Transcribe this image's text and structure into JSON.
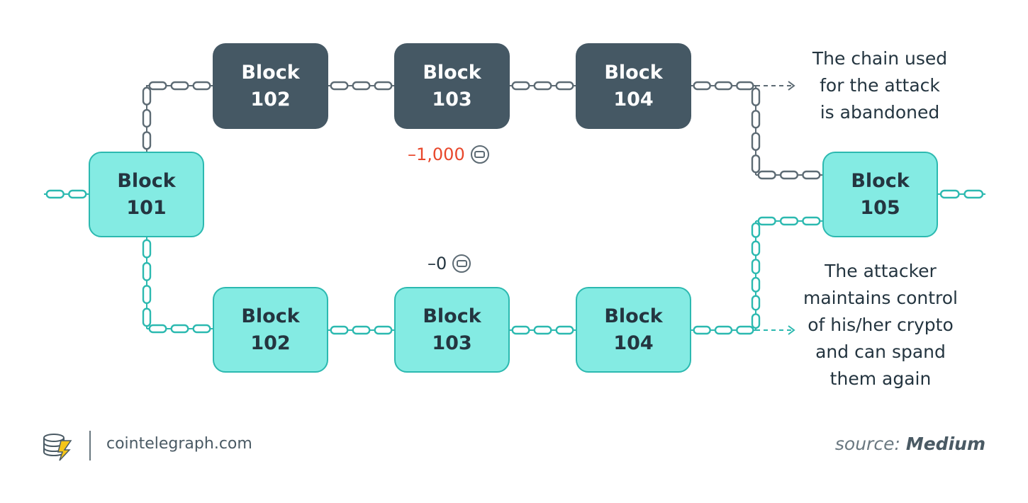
{
  "colors": {
    "dark_block": "#455864",
    "teal_block": "#84ebe3",
    "teal_chain": "#2cb9b0",
    "dark_chain": "#5d6b74",
    "loss_red": "#e8472b",
    "text": "#243540"
  },
  "blocks": {
    "b101": {
      "label": "Block",
      "num": "101"
    },
    "top102": {
      "label": "Block",
      "num": "102"
    },
    "top103": {
      "label": "Block",
      "num": "103"
    },
    "top104": {
      "label": "Block",
      "num": "104"
    },
    "b105": {
      "label": "Block",
      "num": "105"
    },
    "bot102": {
      "label": "Block",
      "num": "102"
    },
    "bot103": {
      "label": "Block",
      "num": "103"
    },
    "bot104": {
      "label": "Block",
      "num": "104"
    }
  },
  "amounts": {
    "top": "–1,000",
    "bottom": "–0"
  },
  "notes": {
    "top": [
      "The chain used",
      "for the attack",
      "is abandoned"
    ],
    "bottom": [
      "The attacker",
      "maintains control",
      "of his/her crypto",
      "and can spand",
      "them again"
    ]
  },
  "footer": {
    "site": "cointelegraph.com",
    "source_prefix": "source:",
    "source_name": "Medium"
  },
  "icons": {
    "coin": "coin-icon",
    "logo": "cointelegraph-logo-icon"
  }
}
